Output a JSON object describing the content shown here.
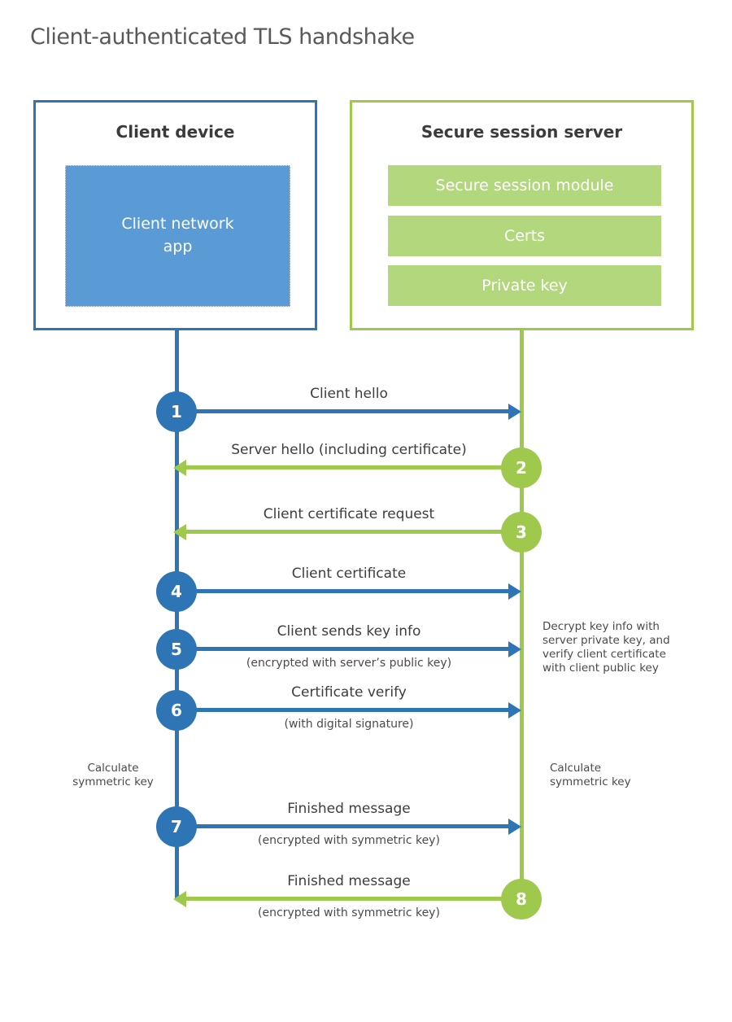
{
  "title": "Client-authenticated TLS handshake",
  "colors": {
    "blue": "#2e75b6",
    "blue_fill": "#5b9bd5",
    "green": "#9ec94c",
    "green_fill": "#b3d77d"
  },
  "client_box": {
    "title": "Client device",
    "app_label": "Client network\napp"
  },
  "server_box": {
    "title": "Secure session server",
    "modules": [
      "Secure session module",
      "Certs",
      "Private key"
    ]
  },
  "messages": [
    {
      "num": "1",
      "label": "Client hello",
      "sub": "",
      "direction": "client-to-server"
    },
    {
      "num": "2",
      "label": "Server hello (including certificate)",
      "sub": "",
      "direction": "server-to-client"
    },
    {
      "num": "3",
      "label": "Client certificate request",
      "sub": "",
      "direction": "server-to-client"
    },
    {
      "num": "4",
      "label": "Client certificate",
      "sub": "",
      "direction": "client-to-server"
    },
    {
      "num": "5",
      "label": "Client sends key info",
      "sub": "(encrypted with server’s public key)",
      "direction": "client-to-server"
    },
    {
      "num": "6",
      "label": "Certificate verify",
      "sub": "(with digital signature)",
      "direction": "client-to-server"
    },
    {
      "num": "7",
      "label": "Finished message",
      "sub": "(encrypted with symmetric key)",
      "direction": "client-to-server"
    },
    {
      "num": "8",
      "label": "Finished message",
      "sub": "(encrypted with symmetric key)",
      "direction": "server-to-client"
    }
  ],
  "notes": {
    "decrypt": "Decrypt key info with\nserver private key, and\nverify client certificate\nwith client public key",
    "calc_left": "Calculate\nsymmetric key",
    "calc_right": "Calculate\nsymmetric key"
  }
}
